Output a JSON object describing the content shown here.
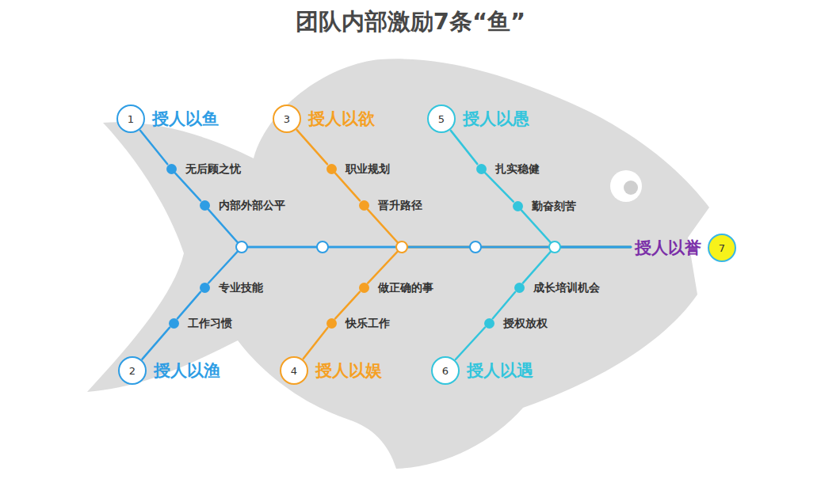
{
  "diagram": {
    "title": "团队内部激励7条“鱼”",
    "nodes": [
      {
        "text": [
          "1",
          "授人以鱼"
        ]
      },
      {
        "text": [
          "无后顾之忧"
        ]
      },
      {
        "text": [
          "内部外部公平"
        ]
      },
      {
        "text": [
          "专业技能"
        ]
      },
      {
        "text": [
          "工作习惯"
        ]
      },
      {
        "text": [
          "2",
          "授人以渔"
        ]
      },
      {
        "text": [
          "3",
          "授人以欲"
        ]
      },
      {
        "text": [
          "职业规划"
        ]
      },
      {
        "text": [
          "晋升路径"
        ]
      },
      {
        "text": [
          "做正确的事"
        ]
      },
      {
        "text": [
          "快乐工作"
        ]
      },
      {
        "text": [
          "4",
          "授人以娱"
        ]
      },
      {
        "text": [
          "5",
          "授人以愚"
        ]
      },
      {
        "text": [
          "扎实稳健"
        ]
      },
      {
        "text": [
          "勤奋刻苦"
        ]
      },
      {
        "text": [
          "成长培训机会"
        ]
      },
      {
        "text": [
          "授权放权"
        ]
      },
      {
        "text": [
          "6",
          "授人以遇"
        ]
      },
      {
        "text": [
          "7",
          "授人以誉"
        ]
      }
    ],
    "edges": [
      {
        "from": 0,
        "to": 1,
        "arrow": "none"
      },
      {
        "from": 1,
        "to": 2,
        "arrow": "none"
      },
      {
        "from": 2,
        "to": 18,
        "arrow": "none"
      },
      {
        "from": 5,
        "to": 4,
        "arrow": "none"
      },
      {
        "from": 4,
        "to": 3,
        "arrow": "none"
      },
      {
        "from": 3,
        "to": 18,
        "arrow": "none"
      },
      {
        "from": 6,
        "to": 7,
        "arrow": "none"
      },
      {
        "from": 7,
        "to": 8,
        "arrow": "none"
      },
      {
        "from": 8,
        "to": 18,
        "arrow": "none"
      },
      {
        "from": 11,
        "to": 10,
        "arrow": "none"
      },
      {
        "from": 10,
        "to": 9,
        "arrow": "none"
      },
      {
        "from": 9,
        "to": 18,
        "arrow": "none"
      },
      {
        "from": 12,
        "to": 13,
        "arrow": "none"
      },
      {
        "from": 13,
        "to": 14,
        "arrow": "none"
      },
      {
        "from": 14,
        "to": 18,
        "arrow": "none"
      },
      {
        "from": 17,
        "to": 16,
        "arrow": "none"
      },
      {
        "from": 16,
        "to": 15,
        "arrow": "none"
      },
      {
        "from": 15,
        "to": 18,
        "arrow": "none"
      }
    ]
  }
}
